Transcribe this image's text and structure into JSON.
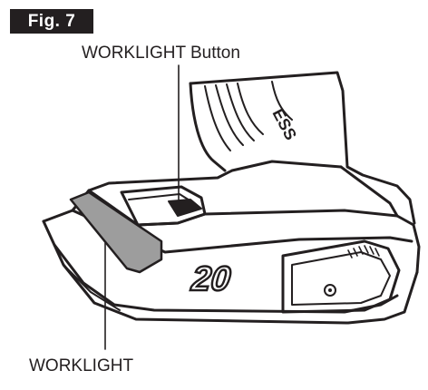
{
  "figure": {
    "label": "Fig. 7"
  },
  "callouts": {
    "worklight_button": "WORKLIGHT Button",
    "worklight": "WORKLIGHT"
  },
  "tool": {
    "voltage_mark": "20",
    "handle_lettering": "ESS"
  },
  "colors": {
    "ink": "#231f20",
    "lens_gray": "#9d9d9d",
    "paper": "#ffffff"
  }
}
